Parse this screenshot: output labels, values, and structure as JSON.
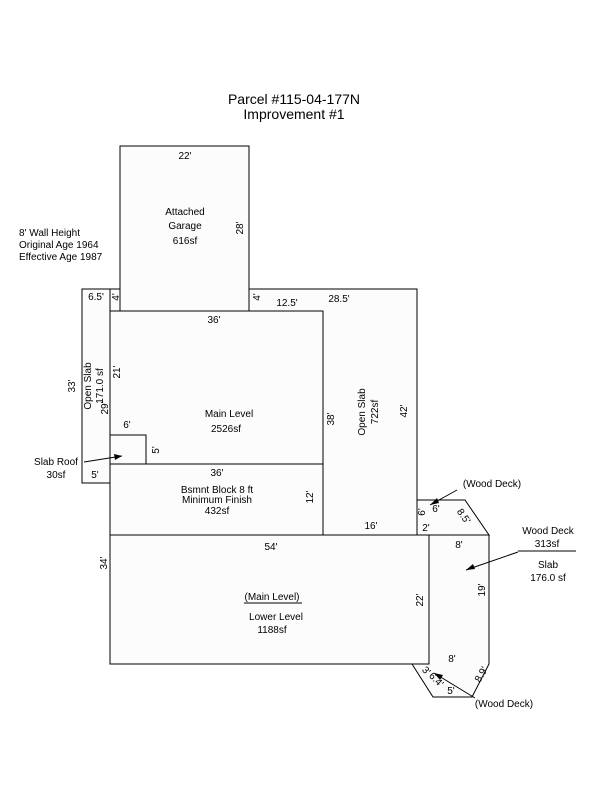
{
  "title": {
    "line1": "Parcel #115-04-177N",
    "line2": "Improvement #1"
  },
  "notes": {
    "wall_height": "8' Wall Height",
    "original_age": "Original Age 1964",
    "effective_age": "Effective Age 1987"
  },
  "garage": {
    "line1": "Attached",
    "line2": "Garage",
    "area": "616sf",
    "dim_top": "22'",
    "dim_side": "28'"
  },
  "open_slab_left": {
    "line1": "Open Slab",
    "line2": "171.0 sf",
    "dim_top": "6.5'",
    "dim_top2": "4'",
    "dim_outer": "33'",
    "dim_inner": "29'",
    "dim_upper": "21'"
  },
  "main_level": {
    "label": "Main Level",
    "area": "2526sf",
    "dim_top": "36'",
    "dim_side": "38'"
  },
  "slab_roof": {
    "line1": "Slab Roof",
    "area": "30sf",
    "dim_top": "6'",
    "dim_side": "5'",
    "dim_bottom": "5'"
  },
  "basement": {
    "line1": "Bsmnt Block 8 ft",
    "line2": "Minimum Finish",
    "area": "432sf",
    "dim_top": "36'",
    "dim_side": "12'"
  },
  "open_slab_right": {
    "line1": "Open Slab",
    "line2": "722sf",
    "dim_top1": "4'",
    "dim_top2": "12.5'",
    "dim_top3": "28.5'",
    "dim_side": "42'",
    "dim_bottom": "16'"
  },
  "lower_level": {
    "upper_label": "(Main Level)",
    "label": "Lower Level",
    "area": "1188sf",
    "dim_top": "54'",
    "dim_left": "34'",
    "dim_right": "22'"
  },
  "wood_deck_top": {
    "label": "(Wood Deck)",
    "dim_a": "6'",
    "dim_b": "6'",
    "dim_c": "8.5'",
    "dim_d": "2'"
  },
  "wood_deck_right": {
    "line1": "Wood Deck",
    "area1": "313sf",
    "line2": "Slab",
    "area2": "176.0 sf",
    "dim_top": "8'",
    "dim_side": "19'",
    "dim_bottom": "8'"
  },
  "wood_deck_bottom": {
    "label": "(Wood Deck)",
    "dim_a": "3'",
    "dim_b": "6.4'",
    "dim_c": "5'",
    "dim_d": "8.9'"
  }
}
